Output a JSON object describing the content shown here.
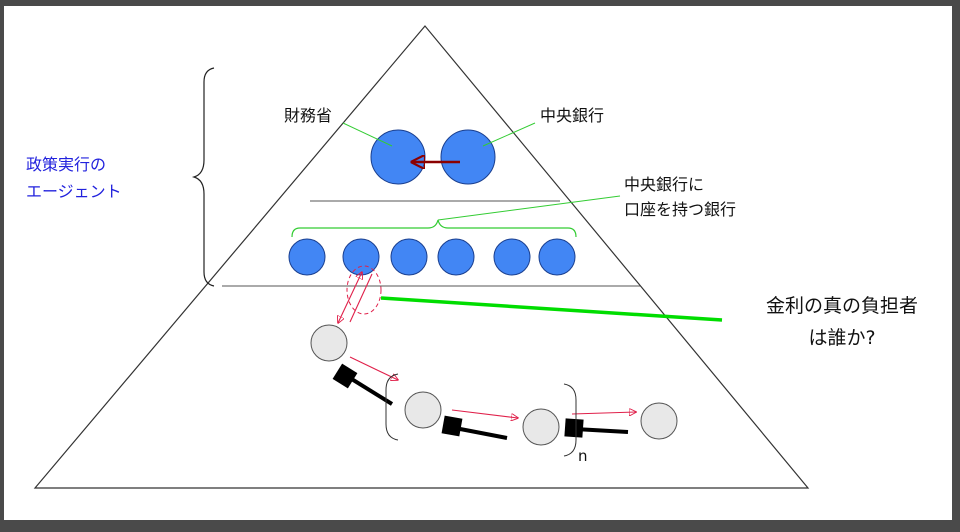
{
  "labels": {
    "ministry_of_finance": "財務省",
    "central_bank": "中央銀行",
    "policy_agent_line1": "政策実行の",
    "policy_agent_line2": "エージェント",
    "banks_line1": "中央銀行に",
    "banks_line2": "口座を持つ銀行",
    "question_line1": "金利の真の負担者",
    "question_line2": "は誰か?",
    "n_label": "n"
  },
  "colors": {
    "background": "#ffffff",
    "frame": "#4a4a4a",
    "blue_node": "#4286f4",
    "blue_node_stroke": "#1a3f8f",
    "gray_node": "#e8e8e8",
    "green_line": "#00dd00",
    "connector_green": "#33cc33",
    "red_arrow": "#e0204a",
    "dark_red_arrow": "#8b0000",
    "agent_text": "#2222dd",
    "black": "#000000"
  },
  "diagram": {
    "bank_count": 6,
    "chain_node_count": 4,
    "chain_arrow_count": 4,
    "icons": [
      "stick-pin-icon",
      "stick-pin-icon",
      "stick-pin-icon"
    ]
  }
}
